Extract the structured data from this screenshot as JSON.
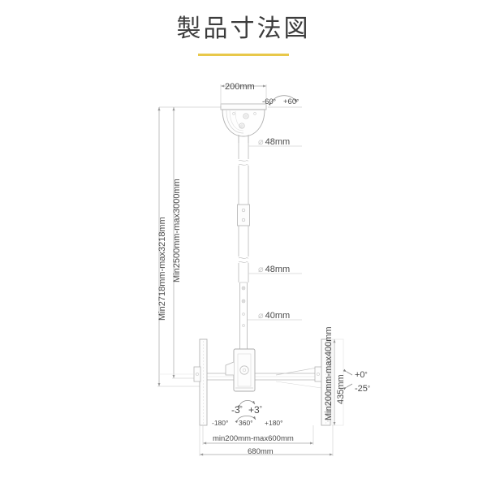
{
  "page": {
    "title": "製品寸法図",
    "background_color": "#ffffff",
    "accent_color": "#e8c84a",
    "line_color": "#bfbfbf",
    "text_color": "#4a4a4a"
  },
  "diagram": {
    "type": "technical-dimension-drawing",
    "subject": "ceiling-mount-tv-bracket",
    "dimensions": {
      "ceiling_plate_width": "200mm",
      "upper_pole_diameter": "48mm",
      "mid_pole_diameter": "48mm",
      "lower_pole_diameter": "40mm",
      "total_height_outer": "Min2718mm-max3218mm",
      "total_height_inner": "Min2500mm-max3000mm",
      "bracket_plate_height": "435mm",
      "bracket_plate_range": "Min200mm-max400mm",
      "mount_width_range": "min200mm-max600mm",
      "overall_width": "680mm"
    },
    "angles": {
      "swivel_min": "-60",
      "swivel_max": "+60",
      "tilt_neg": "-3",
      "tilt_pos": "+3",
      "rotation_min": "-180°",
      "rotation_full": "360",
      "rotation_max": "+180°",
      "screen_tilt_top": "+0",
      "screen_tilt_bottom": "-25"
    },
    "symbols": {
      "diameter": "⌀",
      "degree": "°"
    }
  }
}
